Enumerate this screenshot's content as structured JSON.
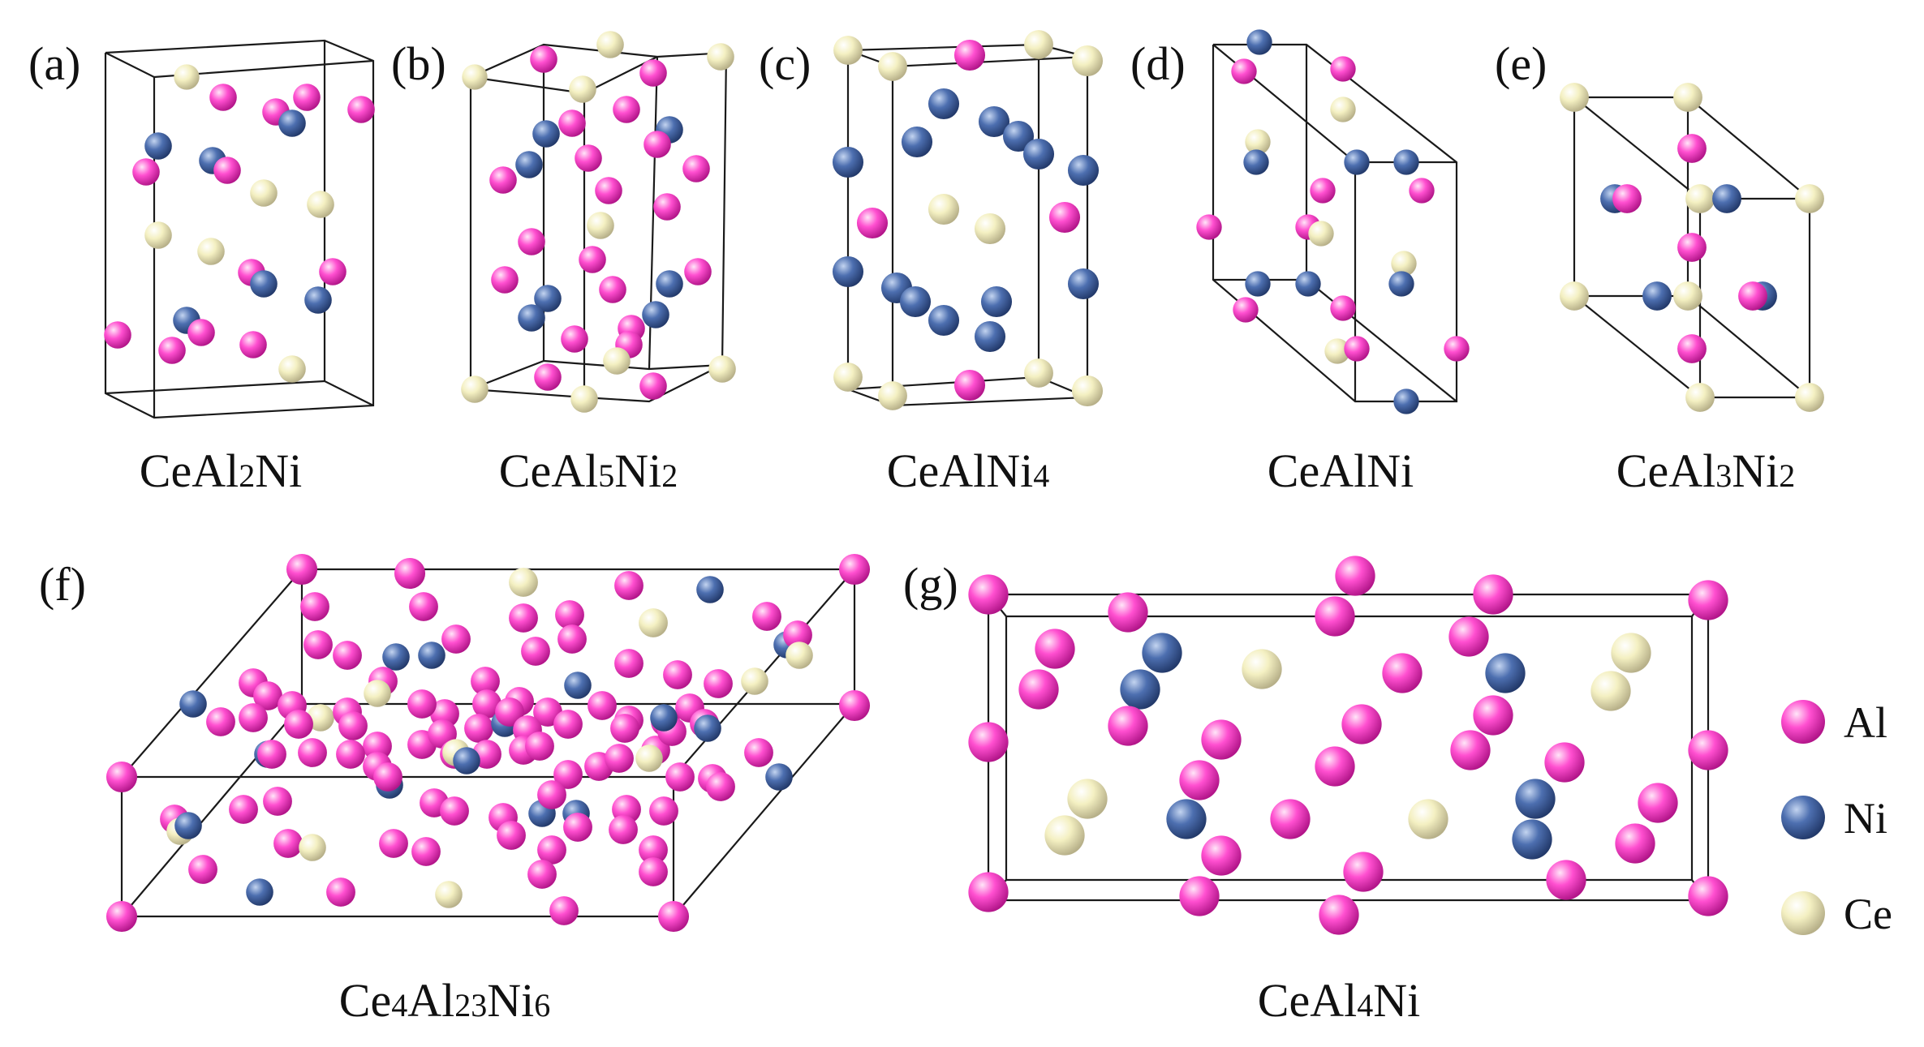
{
  "panels": [
    {
      "id": "a",
      "letter": "(a)",
      "formula": [
        {
          "t": "CeAl",
          "s": false
        },
        {
          "t": "2",
          "s": true
        },
        {
          "t": "Ni",
          "s": false
        }
      ]
    },
    {
      "id": "b",
      "letter": "(b)",
      "formula": [
        {
          "t": "CeAl",
          "s": false
        },
        {
          "t": "5",
          "s": true
        },
        {
          "t": "Ni",
          "s": false
        },
        {
          "t": "2",
          "s": true
        }
      ]
    },
    {
      "id": "c",
      "letter": "(c)",
      "formula": [
        {
          "t": "CeAlNi",
          "s": false
        },
        {
          "t": "4",
          "s": true
        }
      ]
    },
    {
      "id": "d",
      "letter": "(d)",
      "formula": [
        {
          "t": "CeAlNi",
          "s": false
        }
      ]
    },
    {
      "id": "e",
      "letter": "(e)",
      "formula": [
        {
          "t": "CeAl",
          "s": false
        },
        {
          "t": "3",
          "s": true
        },
        {
          "t": "Ni",
          "s": false
        },
        {
          "t": "2",
          "s": true
        }
      ]
    },
    {
      "id": "f",
      "letter": "(f)",
      "formula": [
        {
          "t": "Ce",
          "s": false
        },
        {
          "t": "4",
          "s": true
        },
        {
          "t": "Al",
          "s": false
        },
        {
          "t": "23",
          "s": true
        },
        {
          "t": "Ni",
          "s": false
        },
        {
          "t": "6",
          "s": true
        }
      ]
    },
    {
      "id": "g",
      "letter": "(g)",
      "formula": [
        {
          "t": "CeAl",
          "s": false
        },
        {
          "t": "4",
          "s": true
        },
        {
          "t": "Ni",
          "s": false
        }
      ]
    }
  ],
  "legend": [
    {
      "element": "Al",
      "label": "Al",
      "color": "#ff4fd0"
    },
    {
      "element": "Ni",
      "label": "Ni",
      "color": "#4d6fb0"
    },
    {
      "element": "Ce",
      "label": "Ce",
      "color": "#f4f0c2"
    }
  ],
  "atom_colors": {
    "Al": "#ff4fd0",
    "Ni": "#4d6fb0",
    "Ce": "#f4f0c2"
  }
}
